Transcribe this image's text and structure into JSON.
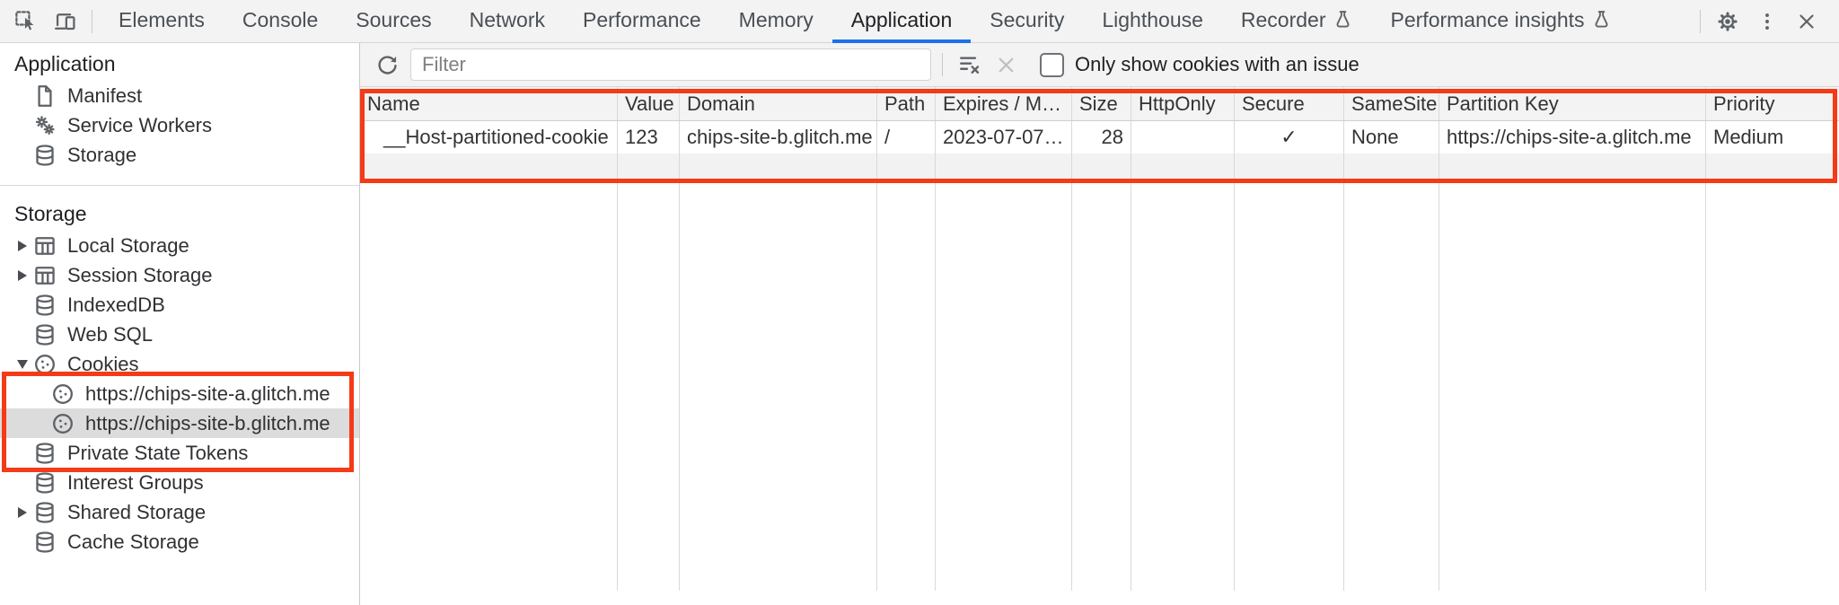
{
  "colors": {
    "accent_blue": "#1a73e8",
    "highlight_red": "#f43a17",
    "icon_gray": "#5f6368"
  },
  "tabbar": {
    "tabs": [
      "Elements",
      "Console",
      "Sources",
      "Network",
      "Performance",
      "Memory",
      "Application",
      "Security",
      "Lighthouse",
      "Recorder",
      "Performance insights"
    ],
    "active_tab": "Application"
  },
  "sidebar": {
    "sections": [
      {
        "title": "Application",
        "items": [
          {
            "label": "Manifest",
            "icon": "document-icon"
          },
          {
            "label": "Service Workers",
            "icon": "service-workers-icon"
          },
          {
            "label": "Storage",
            "icon": "database-icon"
          }
        ]
      },
      {
        "title": "Storage",
        "items": [
          {
            "label": "Local Storage",
            "icon": "table-icon",
            "state": "collapsed"
          },
          {
            "label": "Session Storage",
            "icon": "table-icon",
            "state": "collapsed"
          },
          {
            "label": "IndexedDB",
            "icon": "database-icon"
          },
          {
            "label": "Web SQL",
            "icon": "database-icon"
          },
          {
            "label": "Cookies",
            "icon": "cookie-icon",
            "state": "expanded"
          },
          {
            "label": "https://chips-site-a.glitch.me",
            "icon": "cookie-icon",
            "child": true
          },
          {
            "label": "https://chips-site-b.glitch.me",
            "icon": "cookie-icon",
            "child": true,
            "selected": true
          },
          {
            "label": "Private State Tokens",
            "icon": "database-icon"
          },
          {
            "label": "Interest Groups",
            "icon": "database-icon"
          },
          {
            "label": "Shared Storage",
            "icon": "database-icon",
            "state": "collapsed"
          },
          {
            "label": "Cache Storage",
            "icon": "database-icon"
          }
        ]
      }
    ]
  },
  "cookies_toolbar": {
    "filter_placeholder": "Filter",
    "only_show_cookies_label": "Only show cookies with an issue",
    "checkbox_checked": false
  },
  "cookies_table": {
    "columns": [
      "Name",
      "Value",
      "Domain",
      "Path",
      "Expires / M…",
      "Size",
      "HttpOnly",
      "Secure",
      "SameSite",
      "Partition Key",
      "Priority"
    ],
    "rows": [
      {
        "name": "__Host-partitioned-cookie",
        "value": "123",
        "domain": "chips-site-b.glitch.me",
        "path": "/",
        "expires": "2023-07-07…",
        "size": "28",
        "http_only": "",
        "secure": "✓",
        "same_site": "None",
        "partition_key": "https://chips-site-a.glitch.me",
        "priority": "Medium"
      }
    ]
  }
}
